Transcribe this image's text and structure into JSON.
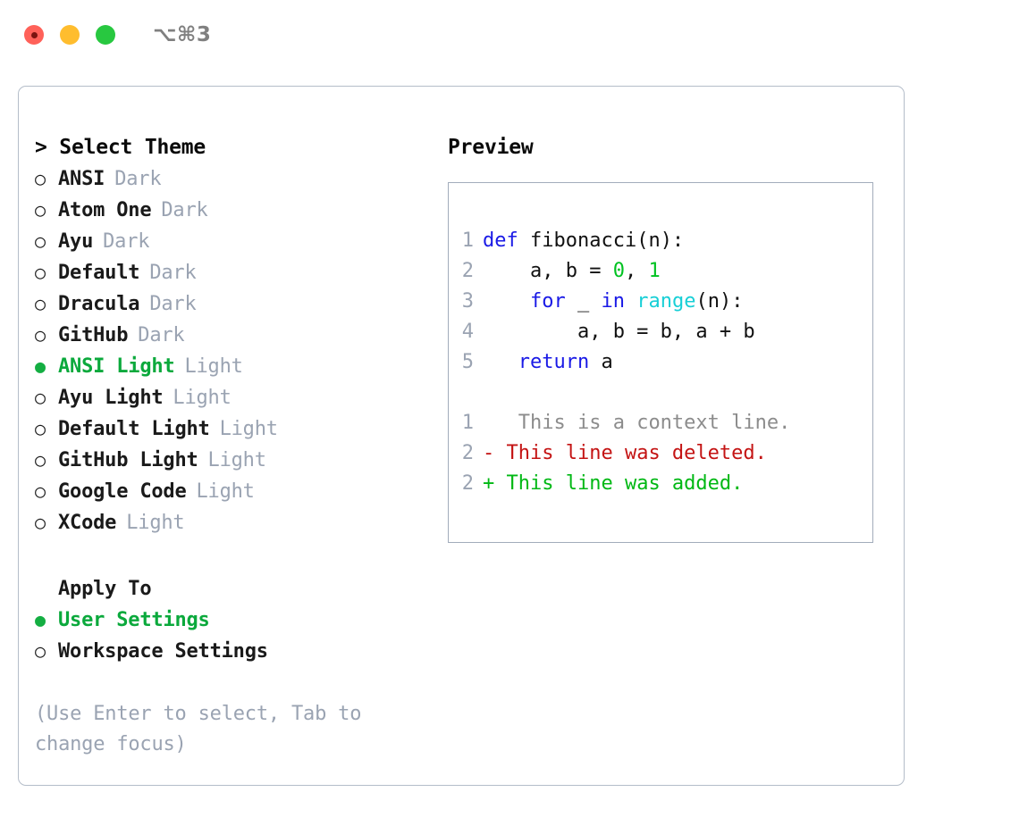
{
  "titlebar": {
    "shortcut": "⌥⌘3",
    "buttons": [
      {
        "name": "close",
        "color": "#ff6159"
      },
      {
        "name": "minimize",
        "color": "#ffbd2e"
      },
      {
        "name": "maximize",
        "color": "#28c840"
      }
    ],
    "close_dot_color": "#7a1410"
  },
  "colors": {
    "accent_green": "#0ba93c",
    "muted": "#9aa3b2",
    "card_border": "#b4bdc9",
    "preview_border": "#a2acbb",
    "keyword": "#1a1ae6",
    "number": "#00c221",
    "builtin": "#17cfd6",
    "diff_add": "#00b814",
    "diff_del": "#c41414",
    "diff_ctx": "#8c8c8c"
  },
  "left": {
    "header": "> Select Theme",
    "themes": [
      {
        "marker": "○",
        "name": "ANSI",
        "tag": "Dark",
        "selected": false
      },
      {
        "marker": "○",
        "name": "Atom One",
        "tag": "Dark",
        "selected": false
      },
      {
        "marker": "○",
        "name": "Ayu",
        "tag": "Dark",
        "selected": false
      },
      {
        "marker": "○",
        "name": "Default",
        "tag": "Dark",
        "selected": false
      },
      {
        "marker": "○",
        "name": "Dracula",
        "tag": "Dark",
        "selected": false
      },
      {
        "marker": "○",
        "name": "GitHub",
        "tag": "Dark",
        "selected": false
      },
      {
        "marker": "●",
        "name": "ANSI Light",
        "tag": "Light",
        "selected": true
      },
      {
        "marker": "○",
        "name": "Ayu Light",
        "tag": "Light",
        "selected": false
      },
      {
        "marker": "○",
        "name": "Default Light",
        "tag": "Light",
        "selected": false
      },
      {
        "marker": "○",
        "name": "GitHub Light",
        "tag": "Light",
        "selected": false
      },
      {
        "marker": "○",
        "name": "Google Code",
        "tag": "Light",
        "selected": false
      },
      {
        "marker": "○",
        "name": "XCode",
        "tag": "Light",
        "selected": false
      }
    ],
    "apply_to_heading": "Apply To",
    "apply_options": [
      {
        "marker": "●",
        "label": "User Settings",
        "selected": true
      },
      {
        "marker": "○",
        "label": "Workspace Settings",
        "selected": false
      }
    ],
    "hint": "(Use Enter to select, Tab to change focus)"
  },
  "right": {
    "header": "Preview",
    "code_lines": [
      {
        "num": "1",
        "tokens": [
          {
            "t": "def",
            "c": "kw"
          },
          {
            "t": " fibonacci(n):",
            "c": "txt"
          }
        ]
      },
      {
        "num": "2",
        "tokens": [
          {
            "t": "    a, b = ",
            "c": "txt"
          },
          {
            "t": "0",
            "c": "num"
          },
          {
            "t": ", ",
            "c": "txt"
          },
          {
            "t": "1",
            "c": "num"
          }
        ]
      },
      {
        "num": "3",
        "tokens": [
          {
            "t": "    ",
            "c": "txt"
          },
          {
            "t": "for",
            "c": "kw"
          },
          {
            "t": " _ ",
            "c": "txt"
          },
          {
            "t": "in",
            "c": "kw"
          },
          {
            "t": " ",
            "c": "txt"
          },
          {
            "t": "range",
            "c": "fn"
          },
          {
            "t": "(n):",
            "c": "txt"
          }
        ]
      },
      {
        "num": "4",
        "tokens": [
          {
            "t": "        a, b = b, a + b",
            "c": "txt"
          }
        ]
      },
      {
        "num": "5",
        "tokens": [
          {
            "t": "   ",
            "c": "txt"
          },
          {
            "t": "return",
            "c": "kw"
          },
          {
            "t": " a",
            "c": "txt"
          }
        ]
      }
    ],
    "diff_lines": [
      {
        "num": "1",
        "marker": "  ",
        "text": " This is a context line.",
        "kind": "ctx"
      },
      {
        "num": "2",
        "marker": "- ",
        "text": "This line was deleted.",
        "kind": "del"
      },
      {
        "num": "2",
        "marker": "+ ",
        "text": "This line was added.",
        "kind": "add"
      }
    ]
  }
}
